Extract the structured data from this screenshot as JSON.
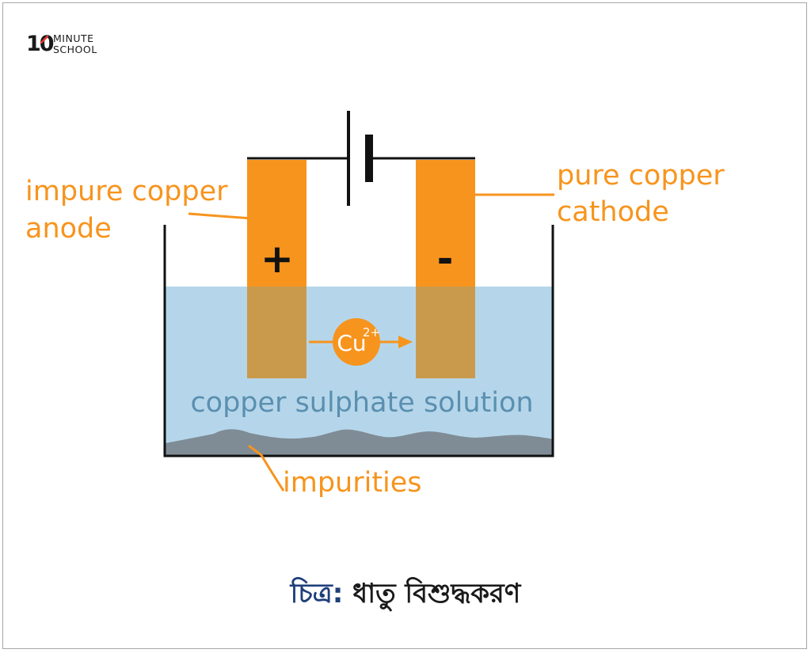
{
  "logo": {
    "number": "10",
    "line1": "MINUTE",
    "line2": "SCHOOL"
  },
  "labels": {
    "anode_line1": "impure copper",
    "anode_line2": "anode",
    "cathode_line1": "pure copper",
    "cathode_line2": "cathode",
    "anode_sign": "+",
    "cathode_sign": "-",
    "ion": "Cu",
    "ion_charge": "2+",
    "solution": "copper sulphate solution",
    "impurities": "impurities"
  },
  "caption": {
    "prefix": "চিত্র:",
    "text": "ধাতু বিশুদ্ধকরণ"
  },
  "colors": {
    "orange": "#f7941d",
    "solution": "#b5d6ea",
    "electrode_submerged": "#c99a4c",
    "sediment": "#7f8c96",
    "caption_prefix": "#1f3f7a",
    "solution_text": "#5a8fb0"
  }
}
